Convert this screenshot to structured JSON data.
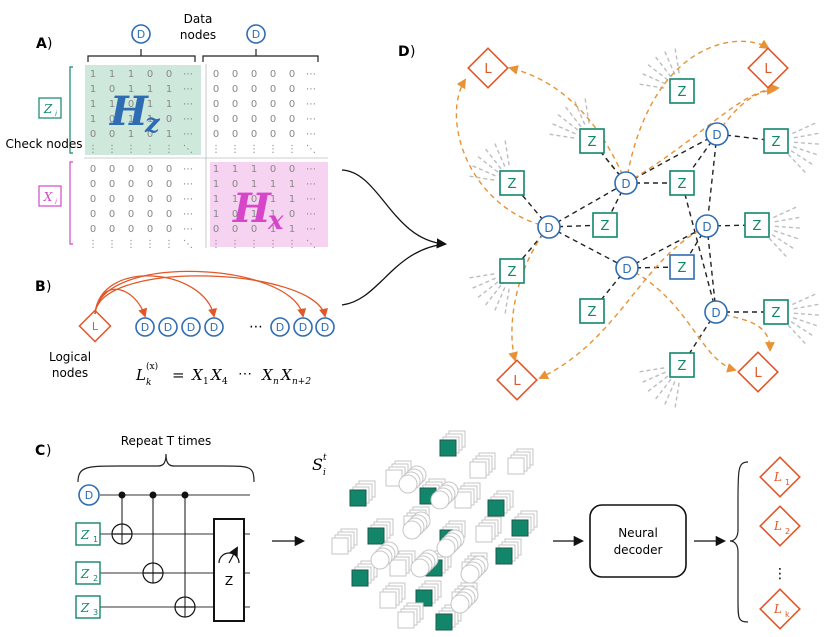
{
  "panels": {
    "a": "A",
    "b": "B",
    "c": "C",
    "d": "D"
  },
  "paren": ")",
  "labels": {
    "data_nodes": [
      "Data",
      "nodes"
    ],
    "check_nodes": "Check nodes",
    "logical_nodes": [
      "Logical",
      "nodes"
    ],
    "repeat": "Repeat T times",
    "neural_decoder": [
      "Neural",
      "decoder"
    ],
    "ellipsis": "⋯",
    "vdots": "⋮",
    "syndrome": "S",
    "syndrome_sup": "t",
    "syndrome_sub": "i"
  },
  "nodes": {
    "data": "D",
    "z": "Z",
    "logical": "L",
    "zi": "Z",
    "xi": "X",
    "sub_i": "i"
  },
  "matrix": {
    "hz_letter": "H",
    "hz_sub": "z",
    "hx_letter": "H",
    "hx_sub": "x",
    "hz_rows": [
      [
        "1",
        "1",
        "1",
        "0",
        "0",
        "⋯"
      ],
      [
        "1",
        "0",
        "1",
        "1",
        "1",
        "⋯"
      ],
      [
        "1",
        "1",
        "0",
        "1",
        "1",
        "⋯"
      ],
      [
        "1",
        "0",
        "1",
        "1",
        "0",
        "⋯"
      ],
      [
        "0",
        "0",
        "1",
        "0",
        "1",
        "⋯"
      ],
      [
        "⋮",
        "⋮",
        "⋮",
        "⋮",
        "⋮",
        "⋱"
      ]
    ],
    "hz_right": [
      [
        "0",
        "0",
        "0",
        "0",
        "0",
        "⋯"
      ],
      [
        "0",
        "0",
        "0",
        "0",
        "0",
        "⋯"
      ],
      [
        "0",
        "0",
        "0",
        "0",
        "0",
        "⋯"
      ],
      [
        "0",
        "0",
        "0",
        "0",
        "0",
        "⋯"
      ],
      [
        "0",
        "0",
        "0",
        "0",
        "0",
        "⋯"
      ],
      [
        "⋮",
        "⋮",
        "⋮",
        "⋮",
        "⋮",
        "⋱"
      ]
    ],
    "hx_left": [
      [
        "0",
        "0",
        "0",
        "0",
        "0",
        "⋯"
      ],
      [
        "0",
        "0",
        "0",
        "0",
        "0",
        "⋯"
      ],
      [
        "0",
        "0",
        "0",
        "0",
        "0",
        "⋯"
      ],
      [
        "0",
        "0",
        "0",
        "0",
        "0",
        "⋯"
      ],
      [
        "0",
        "0",
        "0",
        "0",
        "0",
        "⋯"
      ],
      [
        "⋮",
        "⋮",
        "⋮",
        "⋮",
        "⋮",
        "⋱"
      ]
    ],
    "hx_rows": [
      [
        "1",
        "1",
        "1",
        "0",
        "0",
        "⋯"
      ],
      [
        "1",
        "0",
        "1",
        "1",
        "1",
        "⋯"
      ],
      [
        "1",
        "1",
        "0",
        "1",
        "1",
        "⋯"
      ],
      [
        "1",
        "0",
        "1",
        "1",
        "0",
        "⋯"
      ],
      [
        "0",
        "0",
        "0",
        "1",
        "1",
        "⋯"
      ],
      [
        "⋮",
        "⋮",
        "⋮",
        "⋮",
        "⋮",
        "⋱"
      ]
    ]
  },
  "equation": {
    "lhs_main": "L",
    "lhs_sup": "(x)",
    "lhs_sub": "k",
    "eq": "=",
    "terms": [
      {
        "op": "X",
        "sub": "1"
      },
      {
        "op": "X",
        "sub": "4"
      },
      {
        "op": "⋯",
        "sub": ""
      },
      {
        "op": "X",
        "sub": "n"
      },
      {
        "op": "X",
        "sub": "n+2"
      }
    ]
  },
  "circuit": {
    "data": "D",
    "ancillas": [
      {
        "op": "Z",
        "sub": "1"
      },
      {
        "op": "Z",
        "sub": "2"
      },
      {
        "op": "Z",
        "sub": "3"
      }
    ],
    "measure": "Z"
  },
  "outputs": [
    {
      "op": "L",
      "sub": "1"
    },
    {
      "op": "L",
      "sub": "2"
    },
    {
      "op": "⋮",
      "sub": ""
    },
    {
      "op": "L",
      "sub": "k"
    }
  ],
  "colors": {
    "teal": "#12866b",
    "blue": "#2f6db3",
    "orange": "#e0582a",
    "dash_orange": "#e89235",
    "pink": "#d646c8",
    "hz_bg": "#cfe8dc",
    "hx_bg": "#f6d3f1",
    "grey": "#bdbdbd"
  }
}
